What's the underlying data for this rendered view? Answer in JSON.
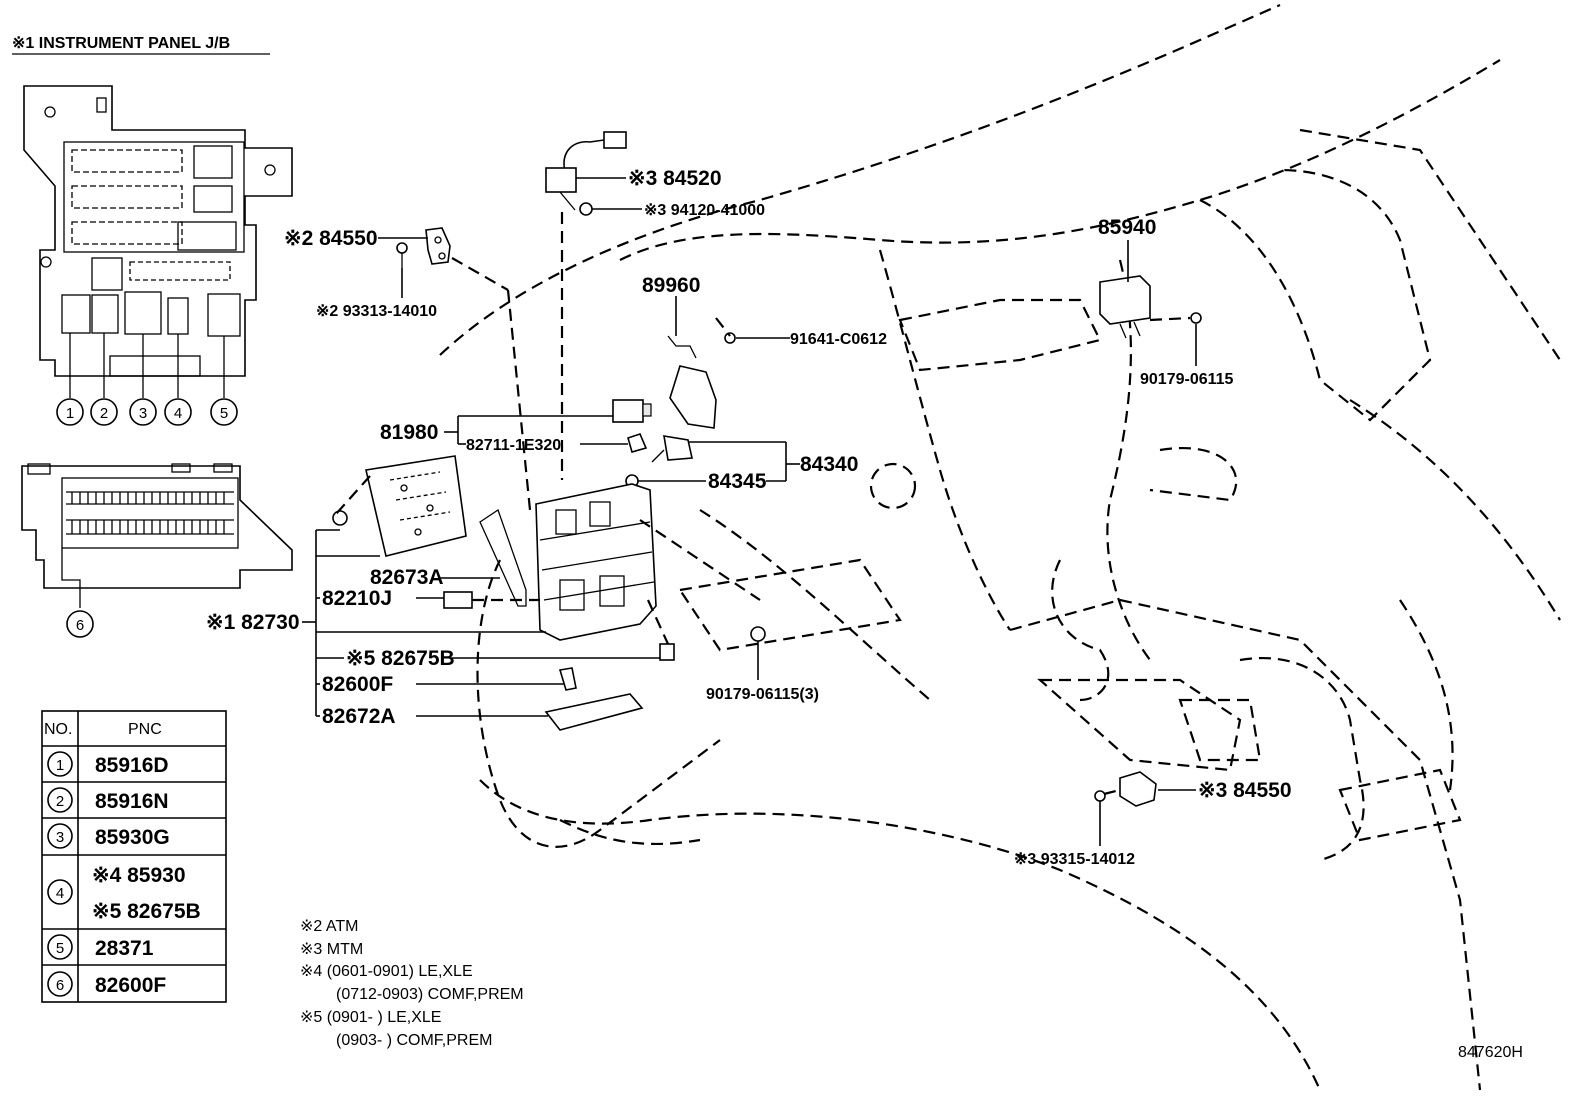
{
  "header_title": "※1 INSTRUMENT PANEL J/B",
  "figure_id": "847620H",
  "circle_numbers": [
    "1",
    "2",
    "3",
    "4",
    "5",
    "6"
  ],
  "parts": {
    "p84520": "※3 84520",
    "p94120": "※3 94120-41000",
    "p84550_top": "※2 84550",
    "p93313": "※2 93313-14010",
    "p89960": "89960",
    "p91641": "91641-C0612",
    "p85940": "85940",
    "p90179_right": "90179-06115",
    "p81980": "81980",
    "p82711": "82711-1E320",
    "p84340": "84340",
    "p84345": "84345",
    "p82673A": "82673A",
    "p82210J": "82210J",
    "p82730": "※1 82730",
    "p82675B": "※5 82675B",
    "p82600F": "82600F",
    "p82672A": "82672A",
    "p90179_3": "90179-06115(3)",
    "p84550_bottom": "※3 84550",
    "p93315": "※3 93315-14012"
  },
  "table": {
    "headers": [
      "NO.",
      "PNC"
    ],
    "rows": [
      {
        "no": "1",
        "pnc": [
          "85916D"
        ]
      },
      {
        "no": "2",
        "pnc": [
          "85916N"
        ]
      },
      {
        "no": "3",
        "pnc": [
          "85930G"
        ]
      },
      {
        "no": "4",
        "pnc": [
          "※4 85930",
          "※5 82675B"
        ]
      },
      {
        "no": "5",
        "pnc": [
          "28371"
        ]
      },
      {
        "no": "6",
        "pnc": [
          "82600F"
        ]
      }
    ]
  },
  "notes": [
    "※2 ATM",
    "※3 MTM",
    "※4 (0601-0901) LE,XLE",
    "(0712-0903) COMF,PREM",
    "※5 (0901-      ) LE,XLE",
    "(0903-      ) COMF,PREM"
  ]
}
